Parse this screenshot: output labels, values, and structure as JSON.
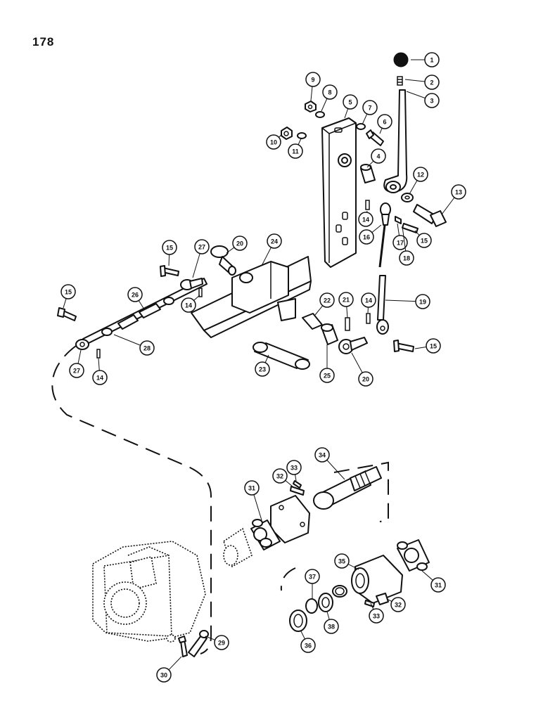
{
  "page": {
    "number": "178"
  },
  "callouts": [
    {
      "label": "1"
    },
    {
      "label": "2"
    },
    {
      "label": "3"
    },
    {
      "label": "4"
    },
    {
      "label": "5"
    },
    {
      "label": "6"
    },
    {
      "label": "7"
    },
    {
      "label": "8"
    },
    {
      "label": "9"
    },
    {
      "label": "10"
    },
    {
      "label": "11"
    },
    {
      "label": "12"
    },
    {
      "label": "13"
    },
    {
      "label": "14"
    },
    {
      "label": "15"
    },
    {
      "label": "16"
    },
    {
      "label": "17"
    },
    {
      "label": "18"
    },
    {
      "label": "19"
    },
    {
      "label": "15"
    },
    {
      "label": "15"
    },
    {
      "label": "27"
    },
    {
      "label": "20"
    },
    {
      "label": "24"
    },
    {
      "label": "15"
    },
    {
      "label": "26"
    },
    {
      "label": "14"
    },
    {
      "label": "22"
    },
    {
      "label": "21"
    },
    {
      "label": "14"
    },
    {
      "label": "28"
    },
    {
      "label": "27"
    },
    {
      "label": "14"
    },
    {
      "label": "23"
    },
    {
      "label": "25"
    },
    {
      "label": "20"
    },
    {
      "label": "34"
    },
    {
      "label": "33"
    },
    {
      "label": "32"
    },
    {
      "label": "31"
    },
    {
      "label": "35"
    },
    {
      "label": "31"
    },
    {
      "label": "37"
    },
    {
      "label": "32"
    },
    {
      "label": "38"
    },
    {
      "label": "33"
    },
    {
      "label": "36"
    },
    {
      "label": "29"
    },
    {
      "label": "30"
    }
  ]
}
